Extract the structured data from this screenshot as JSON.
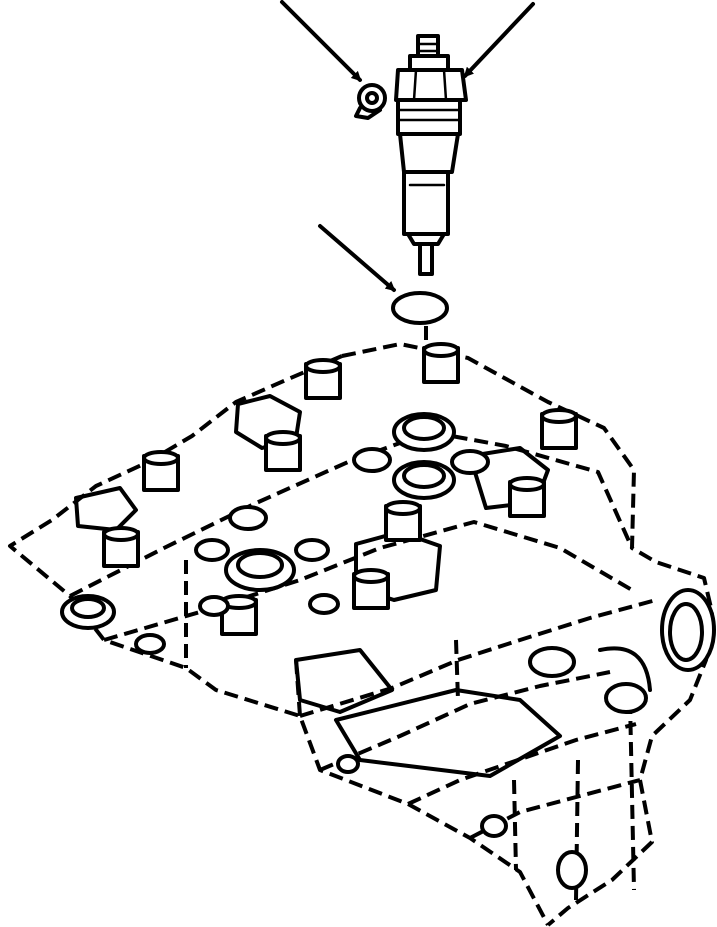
{
  "figure": {
    "kind": "exploded-parts-illustration",
    "parts": [
      "fuel-injector",
      "sealing-washer",
      "cylinder-head"
    ],
    "callout_arrows": 3,
    "colors": {
      "ink": "#000000",
      "paper": "#ffffff"
    }
  }
}
